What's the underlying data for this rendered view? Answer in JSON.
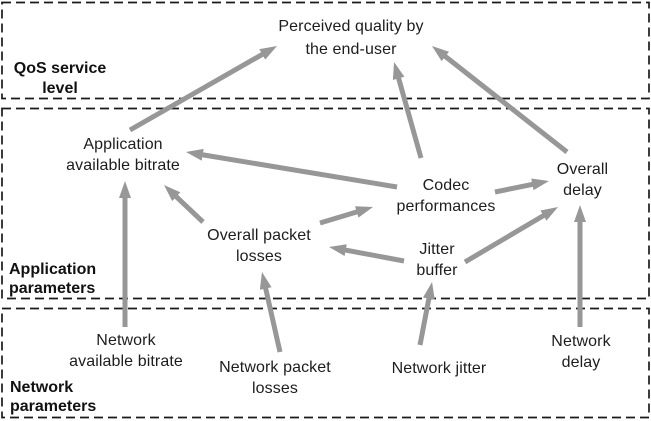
{
  "diagram": {
    "sections": {
      "qos": {
        "label": "QoS service\nlevel"
      },
      "application": {
        "label": "Application\nparameters"
      },
      "network": {
        "label": "Network\nparameters"
      }
    },
    "nodes": {
      "perceived_quality": {
        "label": "Perceived quality by\nthe end-user"
      },
      "app_bitrate": {
        "label": "Application\navailable bitrate"
      },
      "codec": {
        "label": "Codec\nperformances"
      },
      "overall_delay": {
        "label": "Overall\ndelay"
      },
      "overall_losses": {
        "label": "Overall packet\nlosses"
      },
      "jitter_buffer": {
        "label": "Jitter\nbuffer"
      },
      "net_bitrate": {
        "label": "Network\navailable bitrate"
      },
      "net_losses": {
        "label": "Network packet\nlosses"
      },
      "net_jitter": {
        "label": "Network jitter"
      },
      "net_delay": {
        "label": "Network\ndelay"
      }
    },
    "edges": [
      {
        "from": "app_bitrate",
        "to": "perceived_quality"
      },
      {
        "from": "codec",
        "to": "perceived_quality"
      },
      {
        "from": "overall_delay",
        "to": "perceived_quality"
      },
      {
        "from": "codec",
        "to": "app_bitrate"
      },
      {
        "from": "net_bitrate",
        "to": "app_bitrate"
      },
      {
        "from": "overall_losses",
        "to": "app_bitrate"
      },
      {
        "from": "overall_losses",
        "to": "codec"
      },
      {
        "from": "jitter_buffer",
        "to": "overall_losses"
      },
      {
        "from": "jitter_buffer",
        "to": "overall_delay"
      },
      {
        "from": "codec",
        "to": "overall_delay"
      },
      {
        "from": "net_losses",
        "to": "overall_losses"
      },
      {
        "from": "net_jitter",
        "to": "jitter_buffer"
      },
      {
        "from": "net_delay",
        "to": "overall_delay"
      }
    ],
    "colors": {
      "arrow": "#979797",
      "border": "#1a1a1a",
      "text": "#1d1d1d",
      "background": "#ffffff"
    }
  }
}
